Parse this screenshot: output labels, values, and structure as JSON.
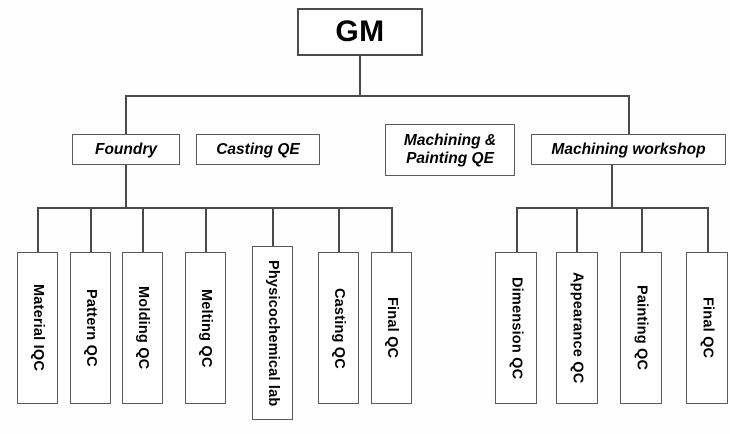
{
  "chart_data": {
    "type": "diagram",
    "title": "GM Organization Chart",
    "diagram_kind": "org-chart",
    "root": "GM",
    "levels": 3,
    "nodes": [
      {
        "id": "gm",
        "label": "GM",
        "level": 1,
        "parent": null
      },
      {
        "id": "foundry",
        "label": "Foundry",
        "level": 2,
        "parent": "gm"
      },
      {
        "id": "casting-qe",
        "label": "Casting QE",
        "level": 2,
        "parent": null
      },
      {
        "id": "machining-painting-qe",
        "label": "Machining & Painting QE",
        "level": 2,
        "parent": null
      },
      {
        "id": "machining-workshop",
        "label": "Machining workshop",
        "level": 2,
        "parent": "gm"
      },
      {
        "id": "material-iqc",
        "label": "Material IQC",
        "level": 3,
        "parent": "foundry"
      },
      {
        "id": "pattern-qc",
        "label": "Pattern QC",
        "level": 3,
        "parent": "foundry"
      },
      {
        "id": "molding-qc",
        "label": "Molding QC",
        "level": 3,
        "parent": "foundry"
      },
      {
        "id": "melting-qc",
        "label": "Melting QC",
        "level": 3,
        "parent": "foundry"
      },
      {
        "id": "physicochemical-lab",
        "label": "Physicochemical lab",
        "level": 3,
        "parent": "foundry"
      },
      {
        "id": "casting-qc",
        "label": "Casting QC",
        "level": 3,
        "parent": "foundry"
      },
      {
        "id": "final-qc-foundry",
        "label": "Final QC",
        "level": 3,
        "parent": "foundry"
      },
      {
        "id": "dimension-qc",
        "label": "Dimension QC",
        "level": 3,
        "parent": "machining-workshop"
      },
      {
        "id": "appearance-qc",
        "label": "Appearance QC",
        "level": 3,
        "parent": "machining-workshop"
      },
      {
        "id": "painting-qc",
        "label": "Painting QC",
        "level": 3,
        "parent": "machining-workshop"
      },
      {
        "id": "final-qc-machining",
        "label": "Final QC",
        "level": 3,
        "parent": "machining-workshop"
      }
    ],
    "colors": {
      "background": "#fefefe",
      "box_fill": "#ffffff",
      "box_border": "#5a5a5a",
      "connector": "#4a4a4a",
      "text": "#000000"
    }
  },
  "root": {
    "gm": "GM"
  },
  "departments": {
    "foundry": "Foundry",
    "casting_qe": "Casting QE",
    "machining_painting_qe_line1": "Machining &",
    "machining_painting_qe_line2": "Painting QE",
    "machining_workshop": "Machining workshop"
  },
  "foundry_children": {
    "material_iqc": "Material IQC",
    "pattern_qc": "Pattern QC",
    "molding_qc": "Molding QC",
    "melting_qc": "Melting QC",
    "physicochemical_lab": "Physicochemical lab",
    "casting_qc": "Casting QC",
    "final_qc": "Final QC"
  },
  "machining_children": {
    "dimension_qc": "Dimension QC",
    "appearance_qc": "Appearance QC",
    "painting_qc": "Painting QC",
    "final_qc": "Final QC"
  }
}
